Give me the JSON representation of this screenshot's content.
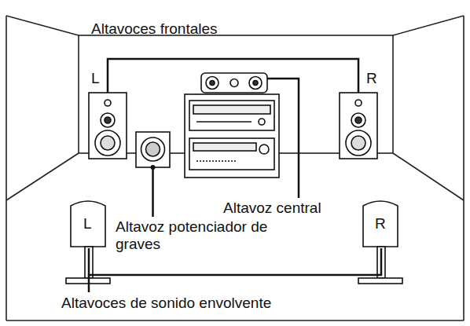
{
  "diagram": {
    "labels": [
      "Altavoces frontales",
      "L",
      "R",
      "Altavoz central",
      "Altavoz potenciador de graves",
      "L",
      "R",
      "Altavoces de sonido envolvente"
    ]
  }
}
